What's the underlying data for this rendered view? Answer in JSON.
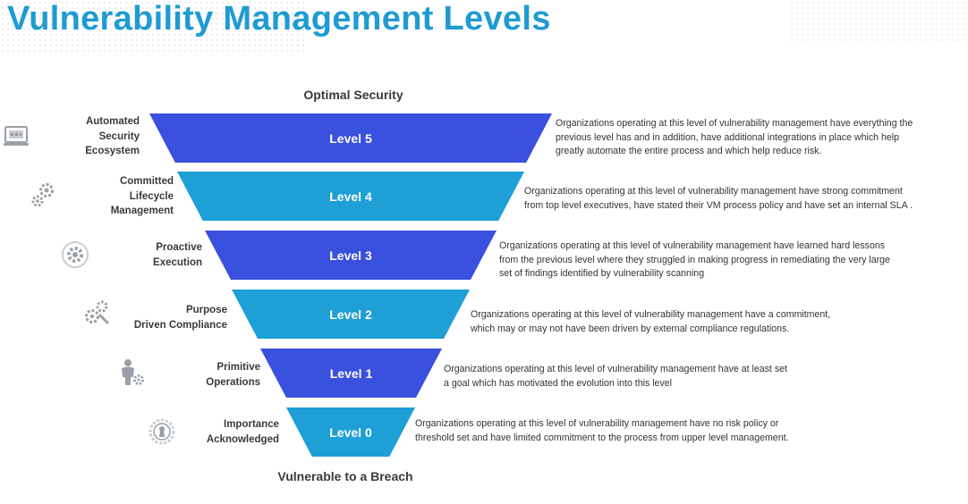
{
  "title": "Vulnerability Management Levels",
  "funnel": {
    "top_label": "Optimal Security",
    "bottom_label": "Vulnerable to a Breach"
  },
  "levels": [
    {
      "level": "Level 5",
      "name": "Automated Security Ecosystem",
      "name_lines": [
        "Automated",
        "Security",
        "Ecosystem"
      ],
      "icon": "monitor-icon",
      "color": "#3a50de",
      "description_lines": [
        "Organizations operating at this level of vulnerability management have everything the",
        "previous level has and in addition, have additional integrations in place which help",
        "greatly automate the entire process and which help reduce risk."
      ]
    },
    {
      "level": "Level 4",
      "name": "Committed Lifecycle Management",
      "name_lines": [
        "Committed",
        "Lifecycle",
        "Management"
      ],
      "icon": "gears-icon",
      "color": "#1e9fd6",
      "description_lines": [
        "Organizations operating at this level of vulnerability management have strong commitment",
        "from top level executives, have stated their VM process policy and have set an internal SLA ."
      ]
    },
    {
      "level": "Level 3",
      "name": "Proactive Execution",
      "name_lines": [
        "Proactive",
        "Execution"
      ],
      "icon": "gear-circle-icon",
      "color": "#3a50de",
      "description_lines": [
        "Organizations operating at this level of vulnerability management have learned hard lessons",
        "from the previous level where they struggled in making progress in remediating the very large",
        "set of findings identified by vulnerability scanning"
      ]
    },
    {
      "level": "Level 2",
      "name": "Purpose Driven Compliance",
      "name_lines": [
        "Purpose",
        "Driven Compliance"
      ],
      "icon": "gears-wrench-icon",
      "color": "#1e9fd6",
      "description_lines": [
        "Organizations operating at this level of vulnerability management have a commitment,",
        "which may or may not have been driven by external compliance regulations."
      ]
    },
    {
      "level": "Level 1",
      "name": "Primitive Operations",
      "name_lines": [
        "Primitive",
        "Operations"
      ],
      "icon": "person-gear-icon",
      "color": "#3a50de",
      "description_lines": [
        "Organizations operating at this level of vulnerability management have at least set",
        "a goal which has motivated the evolution into this level"
      ]
    },
    {
      "level": "Level 0",
      "name": "Importance Acknowledged",
      "name_lines": [
        "Importance",
        "Acknowledged"
      ],
      "icon": "keyhole-icon",
      "color": "#1e9fd6",
      "description_lines": [
        "Organizations operating at this level of vulnerability management have no risk policy or",
        "threshold set and have limited commitment to the process from upper level management."
      ]
    }
  ]
}
